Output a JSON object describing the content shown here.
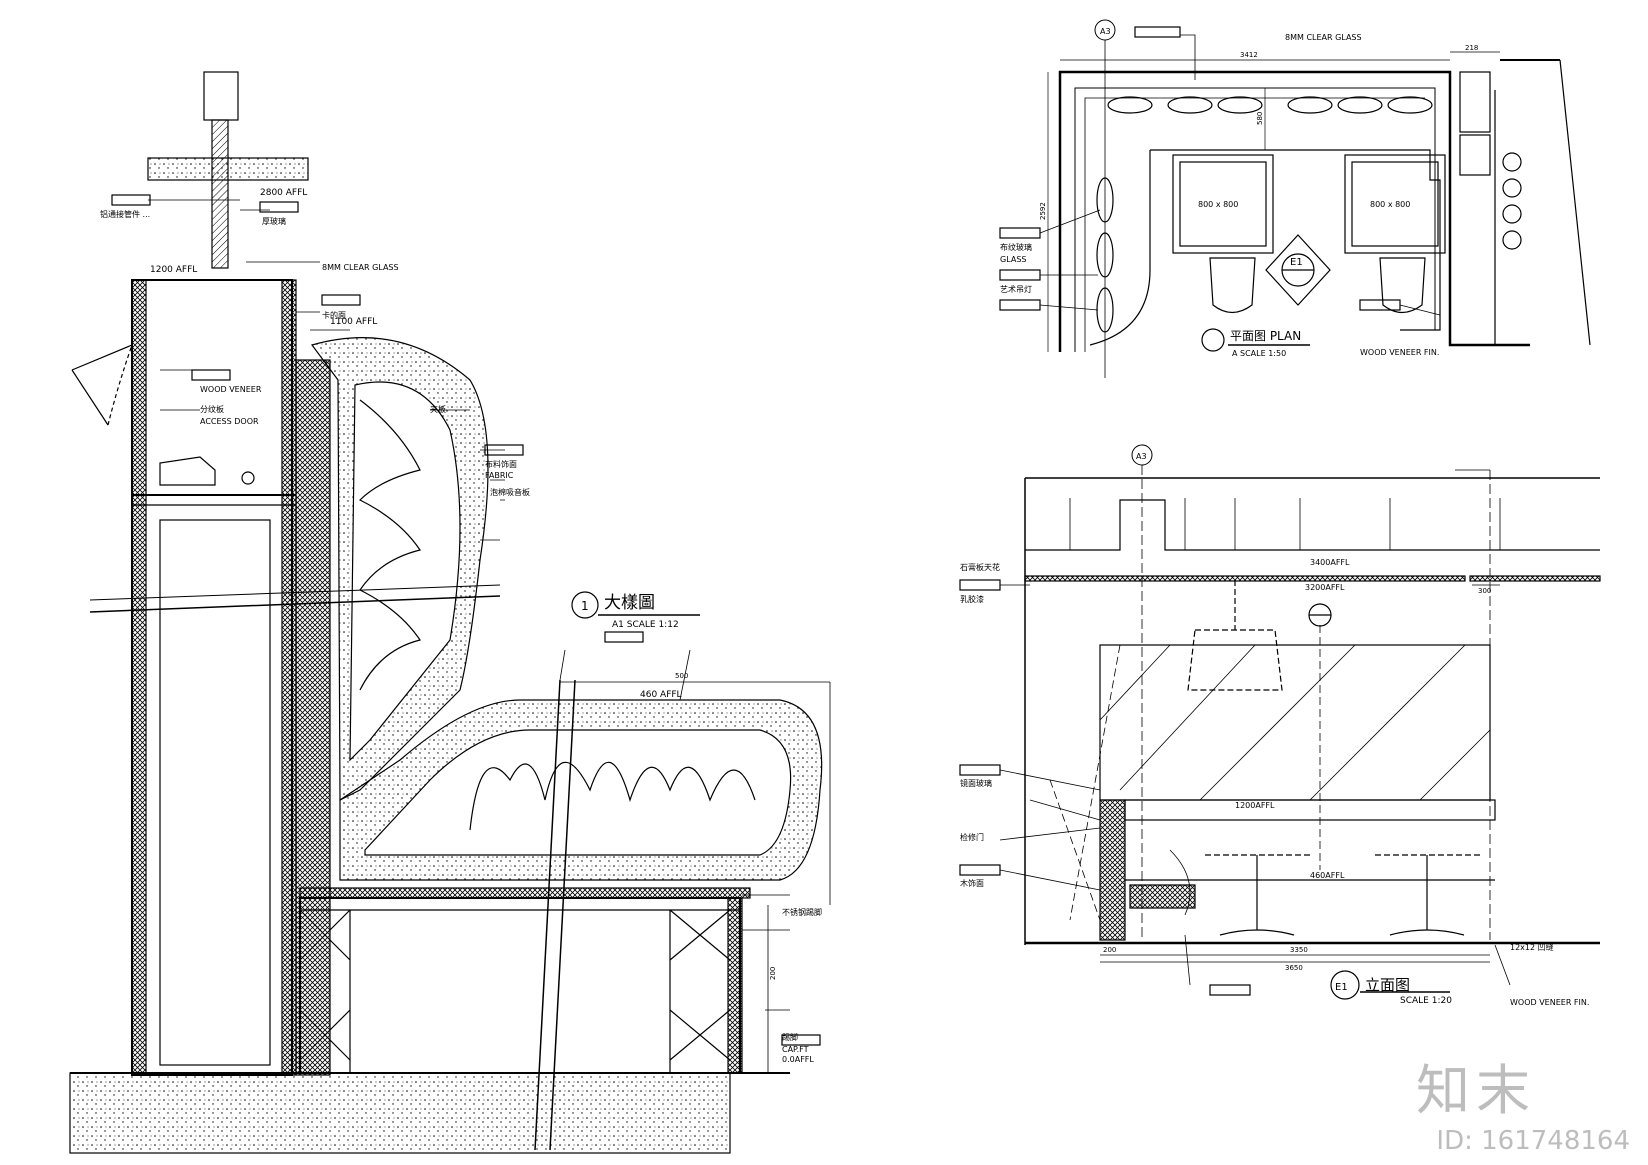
{
  "drawing": {
    "section": {
      "title": "大樣圖",
      "scale": "A1 SCALE 1:12",
      "number": "1",
      "levels": {
        "top": "2800 AFFL",
        "mid": "1200 AFFL",
        "back": "1100 AFFL",
        "seat": "460 AFFL",
        "floor": "0.0AFFL"
      },
      "dims": {
        "seat_depth": "500",
        "base_h": "200"
      },
      "labels": {
        "l1": "铝通接管件 ...",
        "l2": "厚玻璃",
        "l3": "8MM CLEAR GLASS",
        "l4": "卡的面",
        "l5": "WOOD VENEER",
        "l6": "分纹板",
        "l7": "ACCESS DOOR",
        "l8": "布料饰面",
        "l9": "FABRIC",
        "l10": "泡棉吸音板",
        "l11": "夹板",
        "l12": "不锈钢踢脚",
        "l13": "踢脚",
        "l14": "CAP.FT"
      }
    },
    "plan": {
      "title": "平面图  PLAN",
      "scale": "A SCALE 1:50",
      "dims": {
        "d1": "3412",
        "d2": "218",
        "d3": "2592",
        "d4": "580"
      },
      "tables": [
        "800 x 800",
        "800 x 800"
      ],
      "labels": {
        "p1": "8MM CLEAR GLASS",
        "p2": "布纹玻璃",
        "p3": "GLASS",
        "p4": "艺术吊灯",
        "p5": "WOOD VENEER FIN."
      },
      "grid": "A3",
      "ref": "E1"
    },
    "elevation": {
      "title": "立面图",
      "scale": "SCALE 1:20",
      "number": "E1",
      "levels": {
        "ceil1": "3400AFFL",
        "ceil2": "3200AFFL",
        "bench": "1200AFFL",
        "seat": "460AFFL"
      },
      "dims": {
        "d1": "200",
        "d2": "3350",
        "d3": "3650",
        "d4": "300"
      },
      "labels": {
        "e1": "石膏板天花",
        "e2": "乳胶漆",
        "e3": "镜面玻璃",
        "e4": "检修门",
        "e5": "木饰面",
        "e6": "12x12 凹缝",
        "e7": "WOOD VENEER FIN."
      },
      "grid": "A3"
    }
  },
  "watermark": {
    "logo": "知末",
    "id": "ID: 161748164"
  }
}
